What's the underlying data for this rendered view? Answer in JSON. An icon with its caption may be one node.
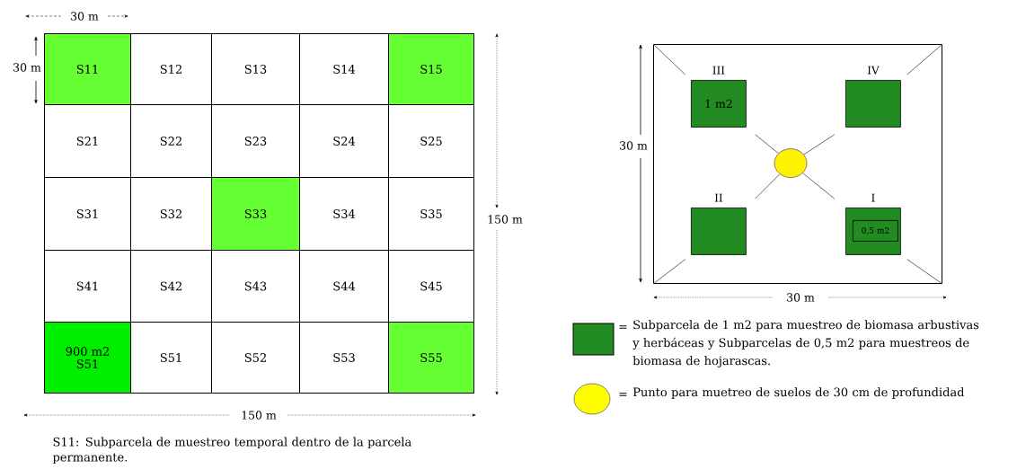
{
  "diagram": {
    "nodes": [
      {
        "text": [
          "S11"
        ]
      },
      {
        "text": [
          "S12"
        ]
      },
      {
        "text": [
          "S13"
        ]
      },
      {
        "text": [
          "S14"
        ]
      },
      {
        "text": [
          "S15"
        ]
      },
      {
        "text": [
          "S21"
        ]
      },
      {
        "text": [
          "S22"
        ]
      },
      {
        "text": [
          "S23"
        ]
      },
      {
        "text": [
          "S24"
        ]
      },
      {
        "text": [
          "S25"
        ]
      },
      {
        "text": [
          "S31"
        ]
      },
      {
        "text": [
          "S32"
        ]
      },
      {
        "text": [
          "S33"
        ]
      },
      {
        "text": [
          "S34"
        ]
      },
      {
        "text": [
          "S35"
        ]
      },
      {
        "text": [
          "S41"
        ]
      },
      {
        "text": [
          "S42"
        ]
      },
      {
        "text": [
          "S43"
        ]
      },
      {
        "text": [
          "S44"
        ]
      },
      {
        "text": [
          "S45"
        ]
      },
      {
        "text": [
          "900 m2",
          "S51"
        ]
      },
      {
        "text": [
          "S51"
        ]
      },
      {
        "text": [
          "S52"
        ]
      },
      {
        "text": [
          "S53"
        ]
      },
      {
        "text": [
          "S55"
        ]
      },
      {
        "text": [],
        "shape": "box"
      },
      {
        "text": [
          "1 m2"
        ],
        "beside": [
          "III"
        ],
        "in": 25
      },
      {
        "text": [],
        "shape": "box",
        "beside": [
          "IV"
        ],
        "in": 25
      },
      {
        "text": [],
        "shape": "box",
        "beside": [
          "II"
        ],
        "in": 25
      },
      {
        "text": [],
        "shape": "box",
        "beside": [
          "I"
        ],
        "in": 25
      },
      {
        "text": [
          "0,5 m2"
        ],
        "in": 29
      },
      {
        "text": [],
        "shape": "circle",
        "in": 25
      }
    ],
    "edges": [
      {
        "from": 31,
        "to": 26,
        "arrow": "none"
      },
      {
        "from": 31,
        "to": 27,
        "arrow": "none"
      },
      {
        "from": 31,
        "to": 28,
        "arrow": "none"
      },
      {
        "from": 31,
        "to": 29,
        "arrow": "none"
      },
      {
        "from": 26,
        "to": 25,
        "arrow": "none"
      },
      {
        "from": 27,
        "to": 25,
        "arrow": "none"
      },
      {
        "from": 28,
        "to": 25,
        "arrow": "none"
      },
      {
        "from": 29,
        "to": 25,
        "arrow": "none"
      }
    ],
    "labels": [
      "30 m",
      "30 m",
      "150 m",
      "150 m",
      "S11: Subparcela de muestreo temporal dentro de la parcela permanente.",
      "30 m",
      "30 m",
      "=",
      "="
    ],
    "legend": [
      {
        "text": "Subparcela de 1 m2 para muestreo de biomasa arbustivas y herbáceas y  Subparcelas de 0,5 m2 para muestreos de biomasa de hojarascas.",
        "color": "#228b22"
      },
      {
        "text": "Punto para muetreo de suelos de 30 cm de profundidad",
        "color": "#ffff00"
      }
    ]
  }
}
